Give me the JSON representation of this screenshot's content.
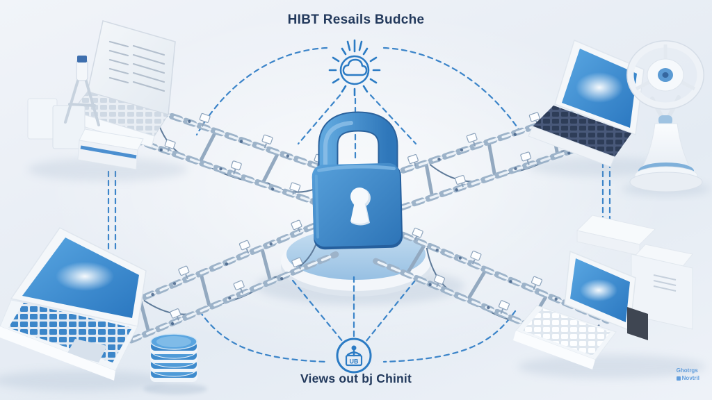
{
  "header": {
    "title": "HIBT Resails Budche"
  },
  "footer": {
    "caption": "Views out bj Chinit"
  },
  "watermark": {
    "line1": "Ghotrgs",
    "line2": "Novtril"
  },
  "icons": {
    "top": {
      "name": "cloud-network-sun-icon"
    },
    "bottom": {
      "name": "identity-podium-icon",
      "glyph_text": "UB"
    },
    "center": {
      "name": "padlock-icon"
    },
    "devices": [
      "printer-workstation-icon",
      "laptop-antenna-icon",
      "laptop-database-icon",
      "desktop-printer-icon"
    ]
  },
  "colors": {
    "accent": "#2b7bc4",
    "navy": "#22395c",
    "lock_blue": "#3a86c8",
    "platform_blue": "#a9cce8",
    "chain_steel": "#9db3c9",
    "screen_blue": "#2e7fc8",
    "coin_blue": "#4697d6",
    "watermark_blue": "#4a90d9",
    "background": "#eaeff6"
  }
}
